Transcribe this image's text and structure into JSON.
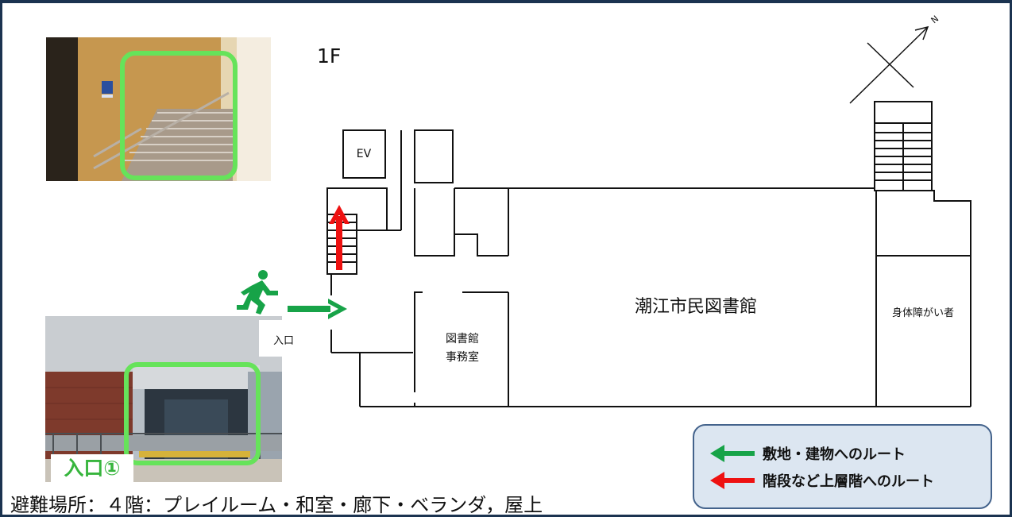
{
  "floor": {
    "label": "1F"
  },
  "plan": {
    "ev_label": "EV",
    "entrance_label": "入口",
    "library_office_line1": "図書館",
    "library_office_line2": "事務室",
    "library_name": "潮江市民図書館",
    "accessible_label": "身体障がい者",
    "north_mark": "N"
  },
  "photos": {
    "entrance_badge": "入口①"
  },
  "legend": {
    "items": [
      {
        "color": "#17a348",
        "label": "敷地・建物へのルート"
      },
      {
        "color": "#ee1111",
        "label": "階段など上層階へのルート"
      }
    ]
  },
  "footer": {
    "evacuation_text": "避難場所：４階：プレイルーム・和室・廊下・ベランダ，屋上"
  },
  "colors": {
    "frame": "#1b3350",
    "green_route": "#17a348",
    "red_route": "#ee1111",
    "highlight": "#66e35a",
    "legend_bg": "#dce6f1",
    "legend_border": "#44638c"
  }
}
